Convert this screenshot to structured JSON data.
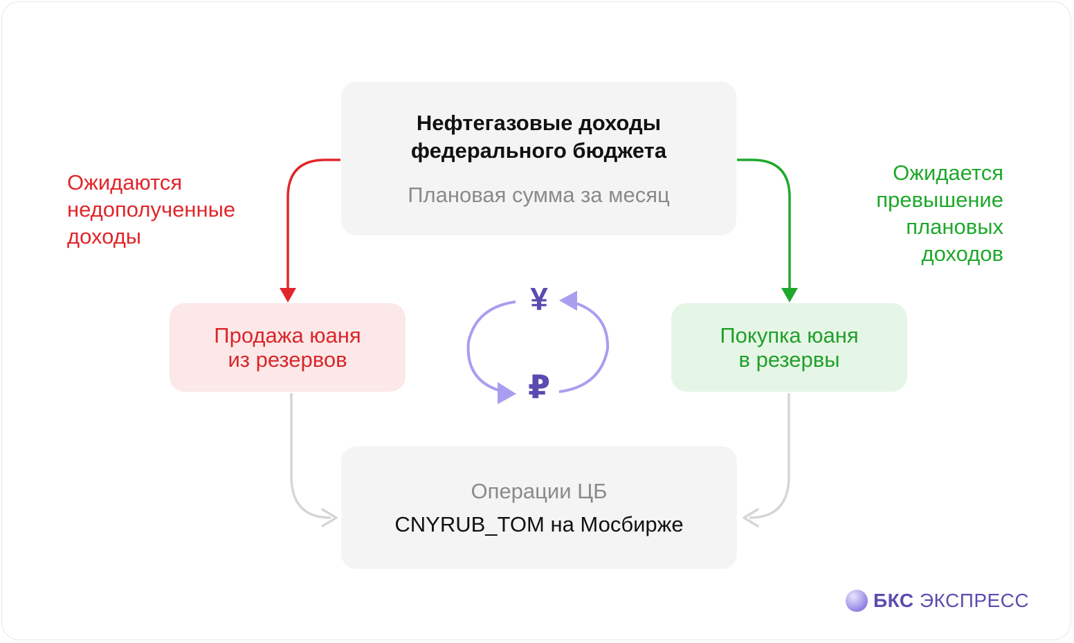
{
  "top_box": {
    "title": "Нефтегазовые доходы\nфедерального бюджета",
    "subtitle": "Плановая сумма за месяц"
  },
  "left_label": "Ожидаются\nнедополученные\nдоходы",
  "right_label": "Ожидается\nпревышение\nплановых\nдоходов",
  "sell_box": "Продажа юаня\nиз резервов",
  "buy_box": "Покупка юаня\nв резервы",
  "bottom_box": {
    "title": "Операции ЦБ",
    "subtitle": "CNYRUB_TOM на Мосбирже"
  },
  "currency": {
    "yuan_symbol": "¥",
    "ruble_symbol": "₽"
  },
  "brand": {
    "bold": "БКС",
    "light": "ЭКСПРЕСС"
  },
  "colors": {
    "negative": "#e0262b",
    "positive": "#1fa82b",
    "neutral_arrow": "#d6d6d6",
    "exchange_arrow": "#a89ef0",
    "currency": "#5b4bb0"
  },
  "icons": [
    "yuan-icon",
    "ruble-icon",
    "exchange-cycle-arrows",
    "brand-logo-icon"
  ]
}
